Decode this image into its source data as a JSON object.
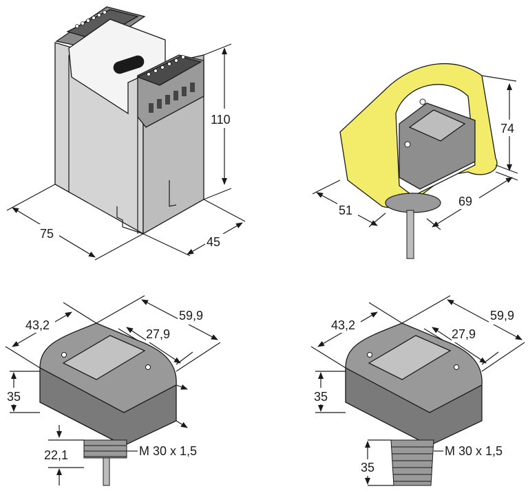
{
  "views": {
    "relay_housing": {
      "height": "110",
      "width": "75",
      "depth": "45"
    },
    "sensor_with_guard": {
      "height": "74",
      "width": "51",
      "depth": "69"
    },
    "sensor_short_thread": {
      "length": "59,9",
      "width": "43,2",
      "slot": "27,9",
      "height": "35",
      "thread_length": "22,1",
      "thread": "M 30 x 1,5"
    },
    "sensor_long_thread": {
      "length": "59,9",
      "width": "43,2",
      "slot": "27,9",
      "height": "35",
      "thread_length": "35",
      "thread": "M 30 x 1,5"
    }
  },
  "colors": {
    "outline": "#1a1a1a",
    "housing_light": "#e6e6e6",
    "housing_mid": "#c8c8c8",
    "housing_dark": "#9b9b9b",
    "guard_yellow": "#f2ec6a",
    "sensor_grey": "#8e8e8e"
  }
}
